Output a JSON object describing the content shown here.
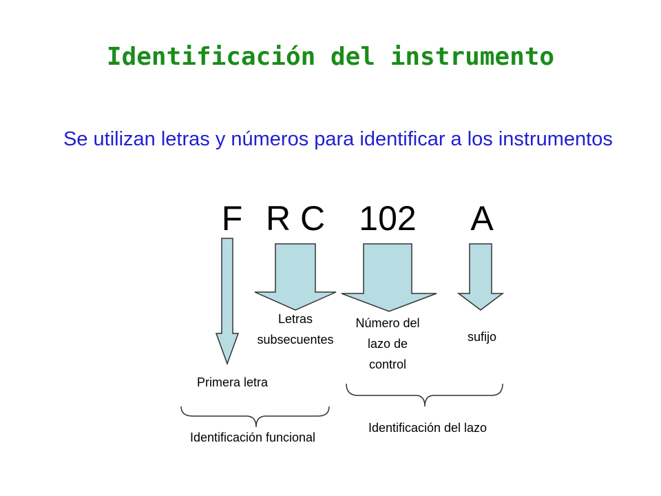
{
  "title": "Identificación del instrumento",
  "subtitle": "Se utilizan letras y números para identificar a los instrumentos",
  "code": {
    "first_letter": "F",
    "subsequent_letters": "R C",
    "loop_number": "102",
    "suffix": "A"
  },
  "labels": {
    "primera_letra": "Primera letra",
    "letras_subsecuentes": "Letras subsecuentes",
    "numero_lazo": "Número del lazo de control",
    "sufijo": "sufijo",
    "identificacion_funcional": "Identificación funcional",
    "identificacion_lazo": "Identificación del lazo"
  },
  "colors": {
    "title": "#1a8c1a",
    "subtitle": "#1f1fd1",
    "arrow_fill": "#b7dde3",
    "arrow_stroke": "#333333"
  }
}
